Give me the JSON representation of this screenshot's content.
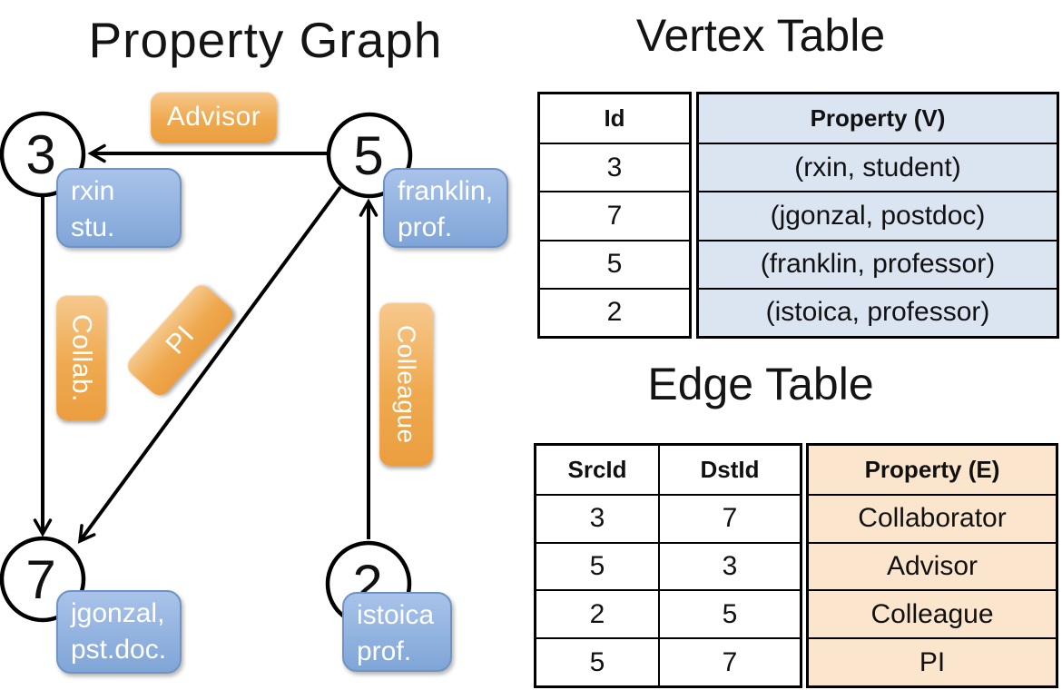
{
  "colors": {
    "edge_label_orange": "#efa94f",
    "vertex_property_blue": "#8fafdf",
    "vertex_table_cell_bg": "#dbe5f1",
    "edge_table_cell_bg": "#fbe5cd",
    "line_black": "#000000"
  },
  "graph_panel": {
    "title": "Property Graph",
    "nodes": [
      {
        "label": "3"
      },
      {
        "label": "5"
      },
      {
        "label": "7"
      },
      {
        "label": "2"
      }
    ],
    "edge_labels": {
      "advisor": "Advisor",
      "collab": "Collab.",
      "pi": "PI",
      "colleague": "Colleague"
    },
    "property_boxes": [
      {
        "lines": [
          "rxin",
          "stu."
        ]
      },
      {
        "lines": [
          "franklin,",
          "prof."
        ]
      },
      {
        "lines": [
          "jgonzal,",
          "pst.doc."
        ]
      },
      {
        "lines": [
          "istoica",
          "prof."
        ]
      }
    ]
  },
  "vertex_table": {
    "title": "Vertex Table",
    "headers": {
      "id": "Id",
      "property": "Property (V)"
    },
    "rows": [
      {
        "id": "3",
        "property": "(rxin, student)"
      },
      {
        "id": "7",
        "property": "(jgonzal, postdoc)"
      },
      {
        "id": "5",
        "property": "(franklin, professor)"
      },
      {
        "id": "2",
        "property": "(istoica, professor)"
      }
    ]
  },
  "edge_table": {
    "title": "Edge Table",
    "headers": {
      "src": "SrcId",
      "dst": "DstId",
      "property": "Property (E)"
    },
    "rows": [
      {
        "src": "3",
        "dst": "7",
        "property": "Collaborator"
      },
      {
        "src": "5",
        "dst": "3",
        "property": "Advisor"
      },
      {
        "src": "2",
        "dst": "5",
        "property": "Colleague"
      },
      {
        "src": "5",
        "dst": "7",
        "property": "PI"
      }
    ]
  }
}
